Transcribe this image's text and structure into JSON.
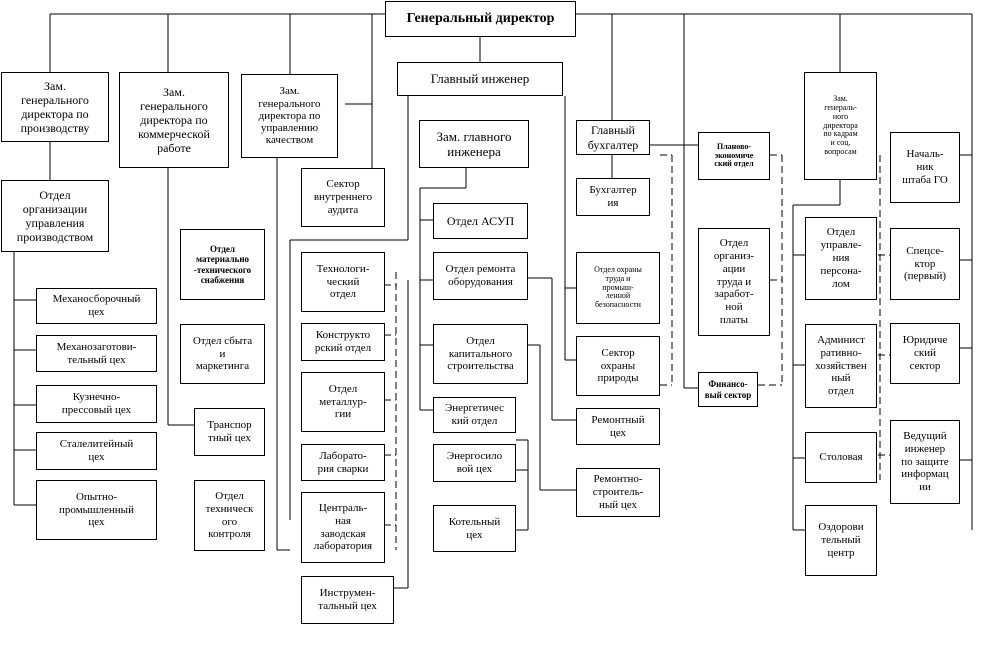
{
  "diagram": {
    "gen_director": "Генеральный директор",
    "dep_production": "Зам.\nгенерального\nдиректора по\nпроизводству",
    "dep_commercial": "Зам.\nгенерального\nдиректора по\nкоммерческой\nработе",
    "dep_quality": "Зам.\nгенерального\nдиректора по\nуправлению\nкачеством",
    "chief_engineer": "Главный инженер",
    "dep_chief_engineer": "Зам. главного\nинженера",
    "chief_accountant": "Главный\nбухгалтер",
    "dep_hr": "Зам.\nгенераль-\nного\nдиректора\nпо кадрам\nи соц.\nвопросам",
    "prod_org": "Отдел\nорганизации\nуправления\nпроизводством",
    "shop_mech_assembly": "Механосборочный\nцех",
    "shop_mech_blank": "Механозаготови-\nтельный цех",
    "shop_forge": "Кузнечно-\nпрессовый цех",
    "shop_steel": "Сталелитейный\nцех",
    "shop_pilot": "Опытно-\nпромышленный\nцех",
    "material_supply": "Отдел\nматериально\n-технического\nснабжения",
    "sales_marketing": "Отдел сбыта\nи\nмаркетинга",
    "transport": "Транспор\nтный цех",
    "tech_control": "Отдел\nтехническ\nого\nконтроля",
    "internal_audit": "Сектор\nвнутреннего\nаудита",
    "tech_dept": "Технологи-\nческий\nотдел",
    "design_dept": "Конструкто\nрский отдел",
    "metallurgy": "Отдел\nметаллур-\nгии",
    "welding_lab": "Лаборато-\nрия сварки",
    "central_lab": "Централь-\nная\nзаводская\nлаборатория",
    "tool_shop": "Инструмен-\nтальный цех",
    "asup": "Отдел АСУП",
    "equipment_repair": "Отдел ремонта\nоборудования",
    "capital_construction": "Отдел\nкапитального\nстроительства",
    "energy_dept": "Энергетичес\nкий отдел",
    "power_shop": "Энергосило\nвой цех",
    "boiler_shop": "Котельный\nцех",
    "accounting": "Бухгалтер\nия",
    "labor_safety": "Отдел охраны\nтруда и\nпромыш-\nленной\nбезопасности",
    "environment": "Сектор\nохраны\nприроды",
    "repair_shop": "Ремонтный\nцех",
    "repair_construction": "Ремонтно-\nстроитель-\nный цех",
    "planning_econ": "Планово-\nэкономиче\nский отдел",
    "labor_wages": "Отдел\nорганиз-\nации\nтруда и\nзаработ-\nной\nплаты",
    "financial": "Финансо-\nвый сектор",
    "hr_mgmt": "Отдел\nуправле-\nния\nперсона-\nлом",
    "admin_dept": "Админист\nративно-\nхозяйствен\nный\nотдел",
    "canteen": "Столовая",
    "health": "Оздорови\nтельный\nцентр",
    "civil_defense": "Началь-\nник\nштаба ГО",
    "special_sector": "Спецсе-\nктор\n(первый)",
    "legal": "Юридиче\nский\nсектор",
    "info_security": "Ведущий\nинженер\nпо защите\nинформац\nии"
  }
}
